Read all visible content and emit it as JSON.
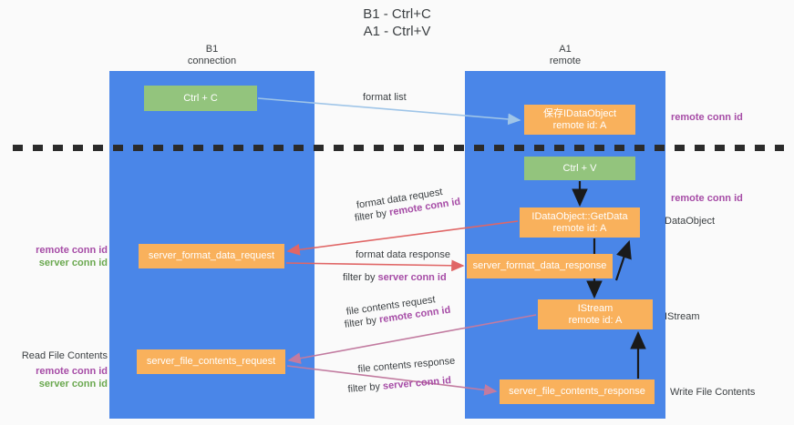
{
  "title": "B1 - Ctrl+C\nA1 - Ctrl+V",
  "colors": {
    "lane": "#4a86e8",
    "green_node": "#93c47d",
    "orange_node": "#f9b15c",
    "remote_conn_id": "#a64ca6",
    "server_conn_id": "#6aa84f",
    "arrow_format_list": "#9fc5e8",
    "arrow_format_data": "#e06666",
    "arrow_file_contents": "#c27ba0",
    "arrow_black": "#1a1a1a",
    "divider": "#2b2b2b",
    "background": "#fafafa"
  },
  "columns": {
    "left": {
      "title": "B1\nconnection"
    },
    "right": {
      "title": "A1\nremote"
    }
  },
  "nodes": {
    "ctrl_c": "Ctrl + C",
    "save_idataobject": "保存IDataObject\nremote id: A",
    "ctrl_v": "Ctrl + V",
    "idataobject_getdata": "IDataObject::GetData\nremote id: A",
    "server_format_data_request": "server_format_data_request",
    "server_format_data_response": "server_format_data_response",
    "istream": "IStream\nremote id: A",
    "server_file_contents_request": "server_file_contents_request",
    "server_file_contents_response": "server_file_contents_response"
  },
  "flow_labels": {
    "format_list": "format list",
    "format_data_request": "format data request",
    "filter_by_prefix": "filter by ",
    "remote_conn_id": "remote conn id",
    "server_conn_id": "server conn id",
    "format_data_response": "format data response",
    "file_contents_request": "file contents request",
    "file_contents_response": "file contents response"
  },
  "right_annotations": {
    "remote_conn_id_top": "remote conn id",
    "remote_conn_id_mid": "remote conn id",
    "dataobject": "DataObject",
    "istream": "IStream",
    "write_file_contents": "Write File Contents"
  },
  "left_annotations": {
    "remote_conn_id": "remote conn id",
    "server_conn_id": "server conn id",
    "read_file_contents": "Read File Contents",
    "remote_conn_id_2": "remote conn id",
    "server_conn_id_2": "server conn id"
  }
}
